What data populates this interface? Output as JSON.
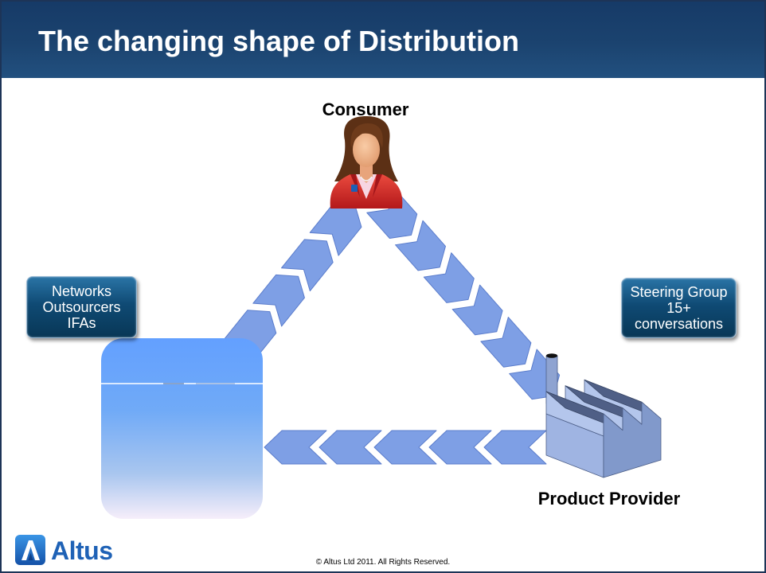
{
  "slide": {
    "title": "The changing shape of Distribution",
    "footer": "© Altus Ltd 2011. All Rights Reserved."
  },
  "diagram": {
    "consumer": {
      "label": "Consumer",
      "icon": "consumer-avatar-icon"
    },
    "provider": {
      "label": "Product Provider",
      "icon": "factory-icon"
    },
    "left_callout": {
      "lines": [
        "Networks",
        "Outsourcers",
        "IFAs"
      ]
    },
    "right_callout": {
      "lines": [
        "Steering Group",
        "15+",
        "conversations"
      ]
    },
    "arrows": {
      "icon": "chevron-arrow-icon"
    }
  },
  "logo": {
    "text": "Altus",
    "icon": "altus-logo-icon"
  },
  "colors": {
    "header_bg": "#1b436f",
    "title_text": "#ffffff",
    "callout_bg": "#0f4a74",
    "arrow_fill": "#7e9fe5",
    "arrow_stroke": "#5b7dcc",
    "logo_blue": "#1f62b6",
    "factory_roof": "#4f5f86"
  }
}
